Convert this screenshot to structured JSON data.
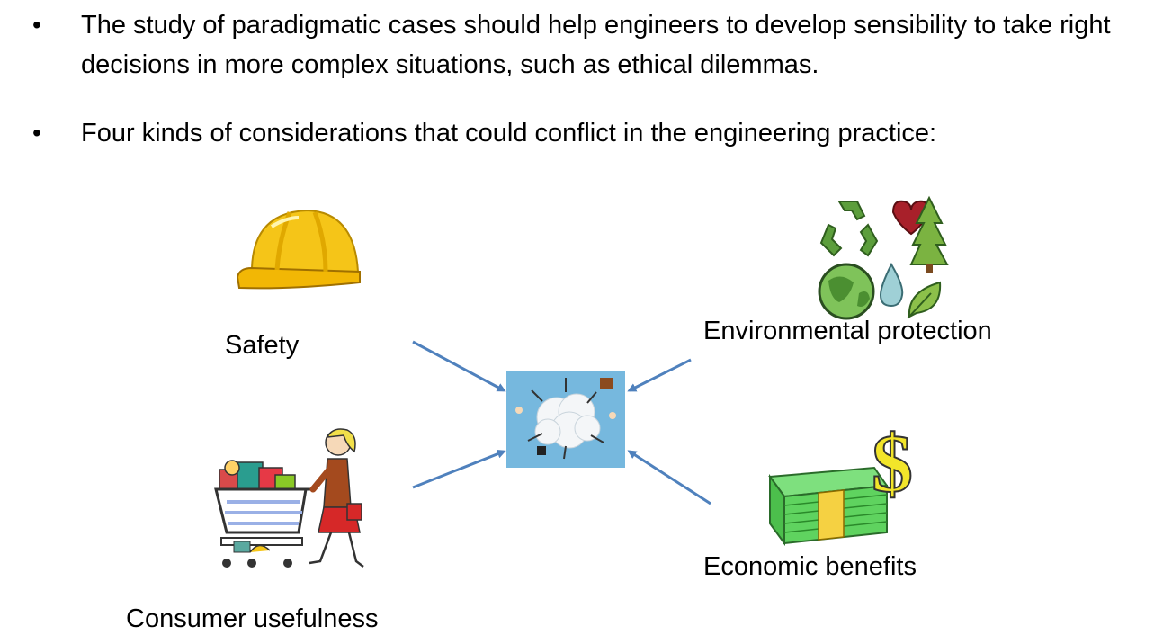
{
  "bullets": [
    {
      "symbol": "•",
      "text": "The study of paradigmatic cases should help engineers to develop sensibility to take right decisions in more complex situations, such as ethical dilemmas."
    },
    {
      "symbol": "•",
      "text": "Four kinds of considerations that could conflict in the engineering practice:"
    }
  ],
  "considerations": {
    "safety": "Safety",
    "environment": "Environmental protection",
    "consumer": "Consumer usefulness",
    "economic": "Economic benefits"
  },
  "colors": {
    "arrow": "#4f81bd",
    "helmet": "#f5c518",
    "money": "#5fd35f",
    "dollar": "#f2e52a",
    "center_bg": "#76b8de"
  },
  "icons": {
    "safety": "hard-hat-icon",
    "environment": "environment-icons",
    "consumer": "shopping-cart-woman-icon",
    "economic": "money-stack-dollar-icon",
    "center": "conflict-cloud-icon"
  }
}
